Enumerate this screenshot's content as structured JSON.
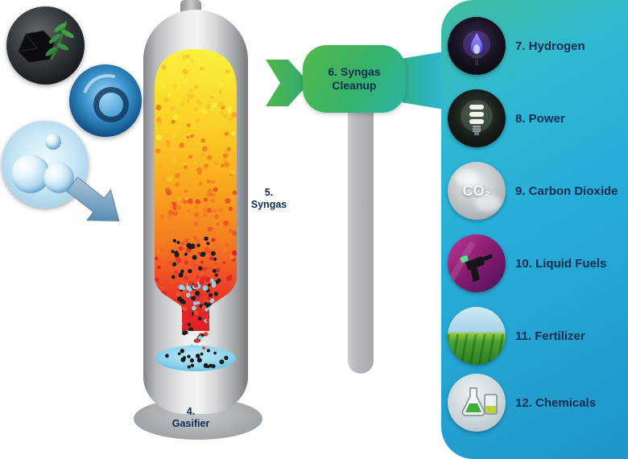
{
  "diagram": {
    "stage_labels": {
      "gasifier": "4. Gasifier",
      "syngas": "5. Syngas",
      "cleanup": "6. Syngas Cleanup"
    },
    "inputs": [
      {
        "name": "coal-biomass-feedstock"
      },
      {
        "name": "water"
      },
      {
        "name": "oxygen-bubbles"
      }
    ],
    "products": [
      {
        "label": "7. Hydrogen",
        "icon": "hydrogen-flame-icon"
      },
      {
        "label": "8. Power",
        "icon": "cfl-bulb-icon"
      },
      {
        "label": "9. Carbon Dioxide",
        "icon": "co2-cloud-icon",
        "badge": "CO₂"
      },
      {
        "label": "10. Liquid Fuels",
        "icon": "fuel-nozzle-icon"
      },
      {
        "label": "11. Fertilizer",
        "icon": "crop-field-icon"
      },
      {
        "label": "12. Chemicals",
        "icon": "lab-glassware-icon"
      }
    ],
    "colors": {
      "panel_top": "#41bd9b",
      "panel_mid": "#29b3d8",
      "panel_bottom": "#1f95ca",
      "label_text": "#0f2b52",
      "cleanup_green": "#45b649",
      "flame_yellow": "#f9f23c",
      "flame_orange": "#f8a51e",
      "flame_red": "#df1f27",
      "pool_blue": "#8fd3ee"
    }
  }
}
